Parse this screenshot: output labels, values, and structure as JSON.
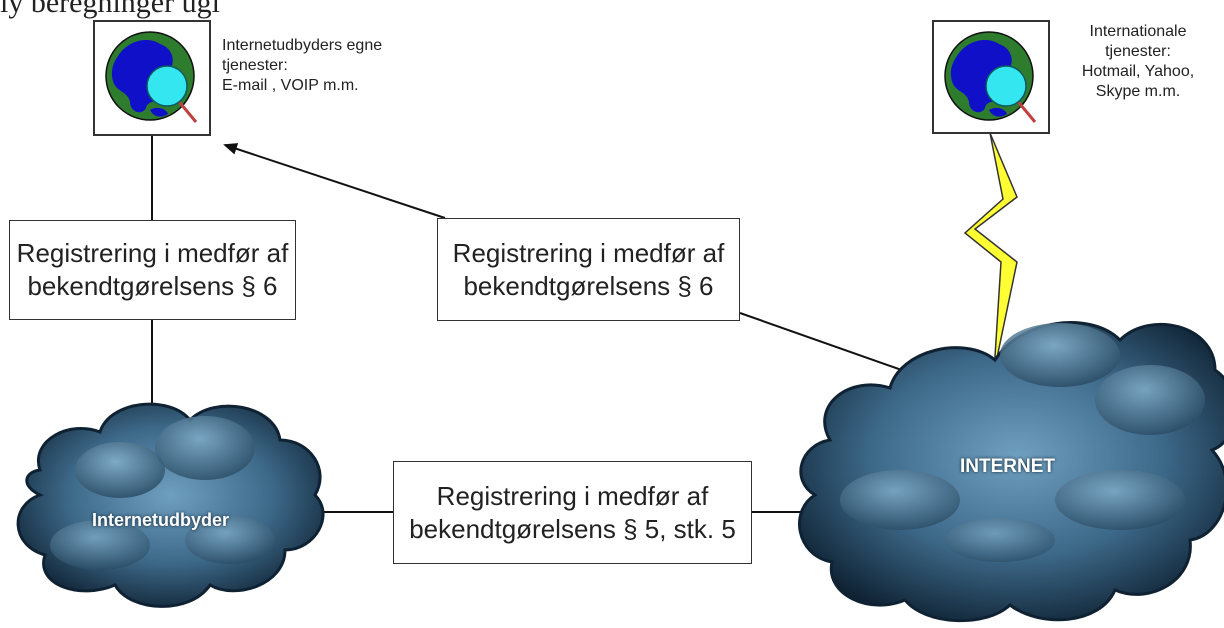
{
  "top_text": "ly beregninger ugi",
  "nodes": {
    "isp_services": {
      "lines": "Internetudbyders egne\ntjenester:\nE-mail , VOIP m.m.",
      "icon": "globe-magnifier-icon"
    },
    "intl_services": {
      "lines": "Internationale\ntjenester:\nHotmail, Yahoo,\nSkype m.m.",
      "icon": "globe-magnifier-icon"
    },
    "isp_cloud": {
      "label": "Internetudbyder",
      "icon": "cloud-icon"
    },
    "internet_cloud": {
      "label": "INTERNET",
      "icon": "cloud-icon"
    }
  },
  "boxes": {
    "left": "Registrering i medfør af\nbekendtgørelsens § 6",
    "middle": "Registrering i medfør af\nbekendtgørelsens § 6",
    "bottom": "Registrering i medfør af\nbekendtgørelsens § 5, stk. 5"
  },
  "connections": [
    {
      "from": "isp_services",
      "to": "left_box",
      "style": "line"
    },
    {
      "from": "left_box",
      "to": "isp_cloud",
      "style": "line"
    },
    {
      "from": "isp_cloud",
      "to": "bottom_box",
      "style": "line"
    },
    {
      "from": "bottom_box",
      "to": "internet_cloud",
      "style": "line"
    },
    {
      "from": "internet_cloud",
      "to": "middle_box",
      "style": "line"
    },
    {
      "from": "middle_box",
      "to": "isp_services",
      "style": "arrow"
    },
    {
      "from": "intl_services",
      "to": "internet_cloud",
      "style": "lightning"
    }
  ],
  "colors": {
    "ocean": "#2e7d2e",
    "land": "#1010c8",
    "lens": "#33e6f0",
    "lightning": "#ffff33",
    "cloud_dark": "#0f2233",
    "cloud_light": "#5e8fb0",
    "line": "#111111"
  }
}
